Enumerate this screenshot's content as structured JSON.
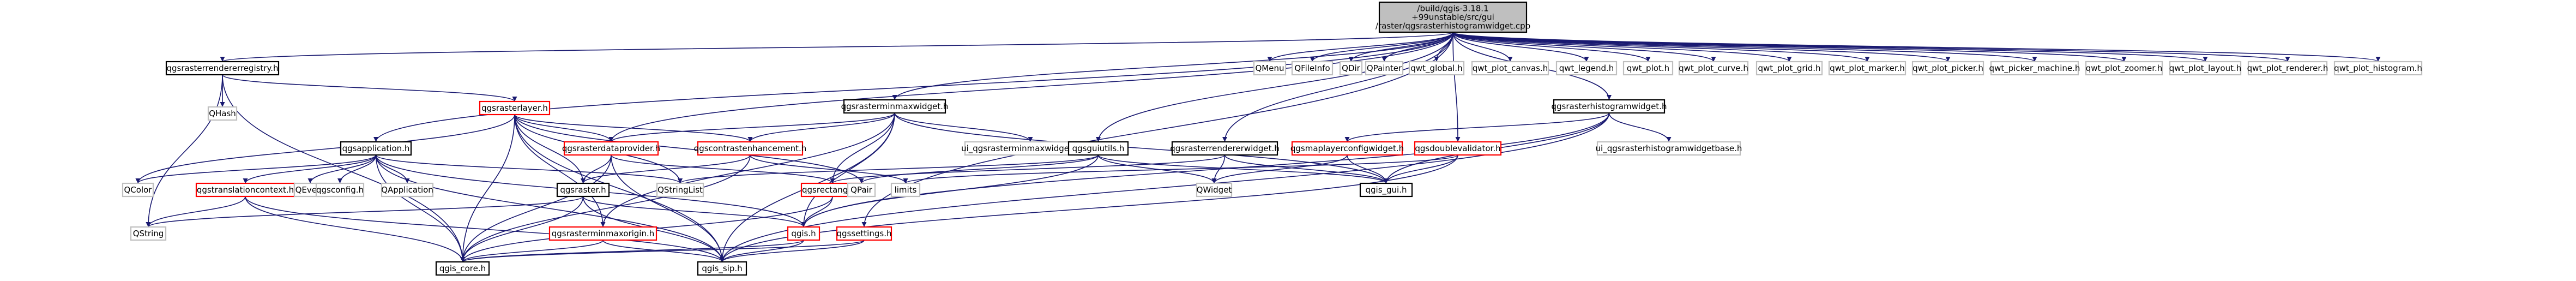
{
  "diagram": {
    "colors": {
      "edge": "#191970",
      "focus_fill": "#bfbfbf",
      "node_fill": "#ffffff",
      "black_border": "#000000",
      "red_border": "#ff0000",
      "gray_border": "#bfbfbf",
      "text": "#000000"
    },
    "nodes": [
      {
        "id": "root",
        "lines": [
          "/build/qgis-3.18.1",
          "+99unstable/src/gui",
          "/raster/qgsrasterhistogramwidget.cpp"
        ],
        "style": "focus"
      },
      {
        "id": "qgsrasterrendererregistry_h",
        "lines": [
          "qgsrasterrendererregistry.h"
        ],
        "style": "black"
      },
      {
        "id": "qgsrasterlayer_h",
        "lines": [
          "qgsrasterlayer.h"
        ],
        "style": "red"
      },
      {
        "id": "qgsrasterminmaxwidget_h",
        "lines": [
          "qgsrasterminmaxwidget.h"
        ],
        "style": "black"
      },
      {
        "id": "qgsrasterhistogramwidget_h",
        "lines": [
          "qgsrasterhistogramwidget.h"
        ],
        "style": "black"
      },
      {
        "id": "qhash",
        "lines": [
          "QHash"
        ],
        "style": "gray"
      },
      {
        "id": "qgsrasterdataprovider_h",
        "lines": [
          "qgsrasterdataprovider.h"
        ],
        "style": "red"
      },
      {
        "id": "qgscontrastenhancement_h",
        "lines": [
          "qgscontrastenhancement.h"
        ],
        "style": "red"
      },
      {
        "id": "ui_minmax",
        "lines": [
          "ui_qgsrasterminmaxwidgetbase.h"
        ],
        "style": "gray"
      },
      {
        "id": "qgsguiutils_h",
        "lines": [
          "qgsguiutils.h"
        ],
        "style": "black"
      },
      {
        "id": "qgsrasterrendererwidget_h",
        "lines": [
          "qgsrasterrendererwidget.h"
        ],
        "style": "black"
      },
      {
        "id": "qgsmaplayerconfigwidget_h",
        "lines": [
          "qgsmaplayerconfigwidget.h"
        ],
        "style": "red"
      },
      {
        "id": "qgsdoublevalidator_h",
        "lines": [
          "qgsdoublevalidator.h"
        ],
        "style": "red"
      },
      {
        "id": "ui_histogram",
        "lines": [
          "ui_qgsrasterhistogramwidgetbase.h"
        ],
        "style": "gray"
      },
      {
        "id": "qgsapplication_h",
        "lines": [
          "qgsapplication.h"
        ],
        "style": "black"
      },
      {
        "id": "qgsraster_h",
        "lines": [
          "qgsraster.h"
        ],
        "style": "black"
      },
      {
        "id": "qgsrectangle_h",
        "lines": [
          "qgsrectangle.h"
        ],
        "style": "red"
      },
      {
        "id": "qstringlist",
        "lines": [
          "QStringList"
        ],
        "style": "gray"
      },
      {
        "id": "limits",
        "lines": [
          "limits"
        ],
        "style": "gray"
      },
      {
        "id": "qpair",
        "lines": [
          "QPair"
        ],
        "style": "gray"
      },
      {
        "id": "qwidget",
        "lines": [
          "QWidget"
        ],
        "style": "gray"
      },
      {
        "id": "qgis_gui_h",
        "lines": [
          "qgis_gui.h"
        ],
        "style": "black"
      },
      {
        "id": "qcolor",
        "lines": [
          "QColor"
        ],
        "style": "gray"
      },
      {
        "id": "qgstranslationcontext_h",
        "lines": [
          "qgstranslationcontext.h"
        ],
        "style": "red"
      },
      {
        "id": "qevent",
        "lines": [
          "QEvent"
        ],
        "style": "gray"
      },
      {
        "id": "qgsconfig_h",
        "lines": [
          "qgsconfig.h"
        ],
        "style": "gray"
      },
      {
        "id": "qapplication",
        "lines": [
          "QApplication"
        ],
        "style": "gray"
      },
      {
        "id": "qstring",
        "lines": [
          "QString"
        ],
        "style": "gray"
      },
      {
        "id": "qgsrasterminmaxorigin_h",
        "lines": [
          "qgsrasterminmaxorigin.h"
        ],
        "style": "red"
      },
      {
        "id": "qgis_h",
        "lines": [
          "qgis.h"
        ],
        "style": "red"
      },
      {
        "id": "qgssettings_h",
        "lines": [
          "qgssettings.h"
        ],
        "style": "red"
      },
      {
        "id": "qgis_core_h",
        "lines": [
          "qgis_core.h"
        ],
        "style": "black"
      },
      {
        "id": "qgis_sip_h",
        "lines": [
          "qgis_sip.h"
        ],
        "style": "black"
      },
      {
        "id": "qmenu",
        "lines": [
          "QMenu"
        ],
        "style": "gray"
      },
      {
        "id": "qfileinfo",
        "lines": [
          "QFileInfo"
        ],
        "style": "gray"
      },
      {
        "id": "qdir",
        "lines": [
          "QDir"
        ],
        "style": "gray"
      },
      {
        "id": "qpainter",
        "lines": [
          "QPainter"
        ],
        "style": "gray"
      },
      {
        "id": "qwt_global_h",
        "lines": [
          "qwt_global.h"
        ],
        "style": "gray"
      },
      {
        "id": "qwt_plot_canvas_h",
        "lines": [
          "qwt_plot_canvas.h"
        ],
        "style": "gray"
      },
      {
        "id": "qwt_legend_h",
        "lines": [
          "qwt_legend.h"
        ],
        "style": "gray"
      },
      {
        "id": "qwt_plot_h",
        "lines": [
          "qwt_plot.h"
        ],
        "style": "gray"
      },
      {
        "id": "qwt_plot_curve_h",
        "lines": [
          "qwt_plot_curve.h"
        ],
        "style": "gray"
      },
      {
        "id": "qwt_plot_grid_h",
        "lines": [
          "qwt_plot_grid.h"
        ],
        "style": "gray"
      },
      {
        "id": "qwt_plot_marker_h",
        "lines": [
          "qwt_plot_marker.h"
        ],
        "style": "gray"
      },
      {
        "id": "qwt_plot_picker_h",
        "lines": [
          "qwt_plot_picker.h"
        ],
        "style": "gray"
      },
      {
        "id": "qwt_picker_machine_h",
        "lines": [
          "qwt_picker_machine.h"
        ],
        "style": "gray"
      },
      {
        "id": "qwt_plot_zoomer_h",
        "lines": [
          "qwt_plot_zoomer.h"
        ],
        "style": "gray"
      },
      {
        "id": "qwt_plot_layout_h",
        "lines": [
          "qwt_plot_layout.h"
        ],
        "style": "gray"
      },
      {
        "id": "qwt_plot_renderer_h",
        "lines": [
          "qwt_plot_renderer.h"
        ],
        "style": "gray"
      },
      {
        "id": "qwt_plot_histogram_h",
        "lines": [
          "qwt_plot_histogram.h"
        ],
        "style": "gray"
      }
    ],
    "edges": [
      [
        "root",
        "qgsrasterrendererregistry_h"
      ],
      [
        "root",
        "qgsrasterminmaxwidget_h"
      ],
      [
        "root",
        "qgsrasterhistogramwidget_h"
      ],
      [
        "root",
        "qgsapplication_h"
      ],
      [
        "root",
        "qgsguiutils_h"
      ],
      [
        "root",
        "qgsrasterrendererwidget_h"
      ],
      [
        "root",
        "qgsrasterdataprovider_h"
      ],
      [
        "root",
        "qgssettings_h"
      ],
      [
        "root",
        "qgsdoublevalidator_h"
      ],
      [
        "root",
        "qmenu"
      ],
      [
        "root",
        "qfileinfo"
      ],
      [
        "root",
        "qdir"
      ],
      [
        "root",
        "qpainter"
      ],
      [
        "root",
        "qwt_global_h"
      ],
      [
        "root",
        "qwt_plot_canvas_h"
      ],
      [
        "root",
        "qwt_legend_h"
      ],
      [
        "root",
        "qwt_plot_h"
      ],
      [
        "root",
        "qwt_plot_curve_h"
      ],
      [
        "root",
        "qwt_plot_grid_h"
      ],
      [
        "root",
        "qwt_plot_marker_h"
      ],
      [
        "root",
        "qwt_plot_picker_h"
      ],
      [
        "root",
        "qwt_picker_machine_h"
      ],
      [
        "root",
        "qwt_plot_zoomer_h"
      ],
      [
        "root",
        "qwt_plot_layout_h"
      ],
      [
        "root",
        "qwt_plot_renderer_h"
      ],
      [
        "root",
        "qwt_plot_histogram_h"
      ],
      [
        "qgsrasterrendererregistry_h",
        "qhash"
      ],
      [
        "qgsrasterrendererregistry_h",
        "qgsrasterlayer_h"
      ],
      [
        "qgsrasterrendererregistry_h",
        "qgis_core_h"
      ],
      [
        "qgsrasterrendererregistry_h",
        "qstring"
      ],
      [
        "qgsrasterlayer_h",
        "qgsrasterdataprovider_h"
      ],
      [
        "qgsrasterlayer_h",
        "qgscontrastenhancement_h"
      ],
      [
        "qgsrasterlayer_h",
        "qgsraster_h"
      ],
      [
        "qgsrasterlayer_h",
        "qgsrasterminmaxorigin_h"
      ],
      [
        "qgsrasterlayer_h",
        "qstringlist"
      ],
      [
        "qgsrasterlayer_h",
        "qpair"
      ],
      [
        "qgsrasterlayer_h",
        "qcolor"
      ],
      [
        "qgsrasterlayer_h",
        "qgis_core_h"
      ],
      [
        "qgsrasterlayer_h",
        "qgis_sip_h"
      ],
      [
        "qgsrasterminmaxwidget_h",
        "ui_minmax"
      ],
      [
        "qgsrasterminmaxwidget_h",
        "qgsrasterdataprovider_h"
      ],
      [
        "qgsrasterminmaxwidget_h",
        "qgscontrastenhancement_h"
      ],
      [
        "qgsrasterminmaxwidget_h",
        "qgsrectangle_h"
      ],
      [
        "qgsrasterminmaxwidget_h",
        "qgsrasterminmaxorigin_h"
      ],
      [
        "qgsrasterminmaxwidget_h",
        "qgis_gui_h"
      ],
      [
        "qgsrasterminmaxwidget_h",
        "qgis_sip_h"
      ],
      [
        "qgsrasterminmaxwidget_h",
        "qgis_h"
      ],
      [
        "qgsrasterhistogramwidget_h",
        "ui_histogram"
      ],
      [
        "qgsrasterhistogramwidget_h",
        "qgsmaplayerconfigwidget_h"
      ],
      [
        "qgsrasterhistogramwidget_h",
        "qgis_gui_h"
      ],
      [
        "qgsrasterhistogramwidget_h",
        "qgis_sip_h"
      ],
      [
        "qgsrasterhistogramwidget_h",
        "qgis_h"
      ],
      [
        "qgsrasterdataprovider_h",
        "qgsraster_h"
      ],
      [
        "qgsrasterdataprovider_h",
        "qgsrectangle_h"
      ],
      [
        "qgsrasterdataprovider_h",
        "qgis_core_h"
      ],
      [
        "qgsrasterdataprovider_h",
        "qgis_sip_h"
      ],
      [
        "qgscontrastenhancement_h",
        "qgsraster_h"
      ],
      [
        "qgscontrastenhancement_h",
        "limits"
      ],
      [
        "qgscontrastenhancement_h",
        "qgis_core_h"
      ],
      [
        "qgsguiutils_h",
        "qgis_gui_h"
      ],
      [
        "qgsguiutils_h",
        "qwidget"
      ],
      [
        "qgsguiutils_h",
        "qstringlist"
      ],
      [
        "qgsguiutils_h",
        "qpair"
      ],
      [
        "qgsguiutils_h",
        "qgis_h"
      ],
      [
        "qgsrasterrendererwidget_h",
        "qwidget"
      ],
      [
        "qgsrasterrendererwidget_h",
        "qgis_gui_h"
      ],
      [
        "qgsrasterrendererwidget_h",
        "qgsrectangle_h"
      ],
      [
        "qgsmaplayerconfigwidget_h",
        "qwidget"
      ],
      [
        "qgsmaplayerconfigwidget_h",
        "qgis_gui_h"
      ],
      [
        "qgsdoublevalidator_h",
        "limits"
      ],
      [
        "qgsdoublevalidator_h",
        "qgis_gui_h"
      ],
      [
        "qgsdoublevalidator_h",
        "qgis_sip_h"
      ],
      [
        "qgsapplication_h",
        "qcolor"
      ],
      [
        "qgsapplication_h",
        "qgstranslationcontext_h"
      ],
      [
        "qgsapplication_h",
        "qevent"
      ],
      [
        "qgsapplication_h",
        "qgsconfig_h"
      ],
      [
        "qgsapplication_h",
        "qapplication"
      ],
      [
        "qgsapplication_h",
        "qstringlist"
      ],
      [
        "qgsapplication_h",
        "qgis_core_h"
      ],
      [
        "qgsapplication_h",
        "qgis_sip_h"
      ],
      [
        "qgsapplication_h",
        "qgis_h"
      ],
      [
        "qgstranslationcontext_h",
        "qstring"
      ],
      [
        "qgstranslationcontext_h",
        "qgis_core_h"
      ],
      [
        "qgstranslationcontext_h",
        "qgis_sip_h"
      ],
      [
        "qgsraster_h",
        "qstring"
      ],
      [
        "qgsraster_h",
        "qgis_h"
      ],
      [
        "qgsraster_h",
        "qgis_core_h"
      ],
      [
        "qgsraster_h",
        "qgis_sip_h"
      ],
      [
        "qgsrectangle_h",
        "qgis_h"
      ],
      [
        "qgsrectangle_h",
        "qgis_core_h"
      ],
      [
        "qgsrasterminmaxorigin_h",
        "qgis_core_h"
      ],
      [
        "qgsrasterminmaxorigin_h",
        "qgis_sip_h"
      ],
      [
        "qgis_h",
        "qgis_core_h"
      ],
      [
        "qgis_h",
        "qgis_sip_h"
      ],
      [
        "qgssettings_h",
        "qgis_core_h"
      ],
      [
        "qgssettings_h",
        "qgis_sip_h"
      ]
    ]
  }
}
